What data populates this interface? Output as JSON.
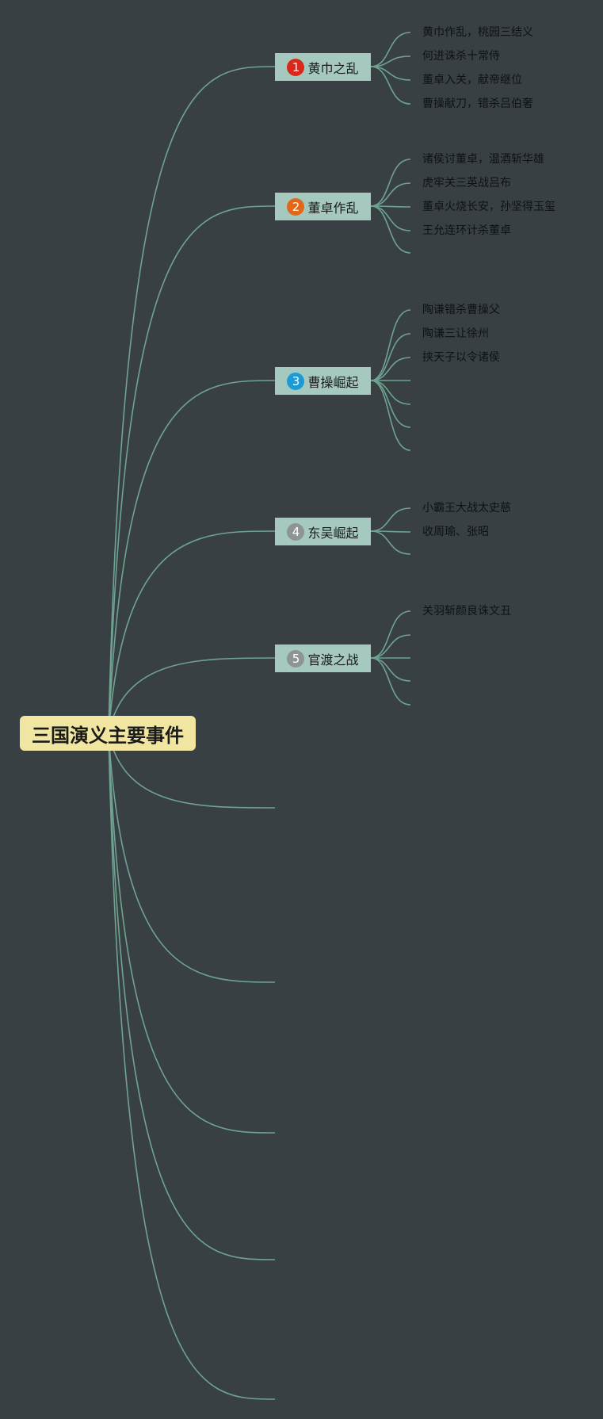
{
  "colors": {
    "background": "#394043",
    "connector": "#6fa391",
    "root_fill": "#f0e6a1",
    "branch_fill": "#a5c9bf",
    "badge_1": "#d9281a",
    "badge_2": "#e2671a",
    "badge_3": "#1b9ad8",
    "badge_4": "#8e9494",
    "badge_5": "#8e9494"
  },
  "root": {
    "label": "三国演义主要事件"
  },
  "branches": [
    {
      "number": "1",
      "label": "黄巾之乱",
      "leaves": [
        "黄巾作乱，桃园三结义",
        "何进诛杀十常侍",
        "董卓入关，献帝继位",
        "曹操献刀，错杀吕伯奢"
      ]
    },
    {
      "number": "2",
      "label": "董卓作乱",
      "leaves": [
        "诸侯讨董卓，温酒斩华雄",
        "虎牢关三英战吕布",
        "董卓火烧长安，孙坚得玉玺",
        "王允连环计杀董卓",
        ""
      ]
    },
    {
      "number": "3",
      "label": "曹操崛起",
      "leaves": [
        "陶谦错杀曹操父",
        "陶谦三让徐州",
        "挟天子以令诸侯",
        "",
        "",
        "",
        ""
      ]
    },
    {
      "number": "4",
      "label": "东吴崛起",
      "leaves": [
        "小霸王大战太史慈",
        "收周瑜、张昭",
        ""
      ]
    },
    {
      "number": "5",
      "label": "官渡之战",
      "leaves": [
        "关羽斩颜良诛文丑",
        "",
        "",
        "",
        ""
      ]
    }
  ]
}
